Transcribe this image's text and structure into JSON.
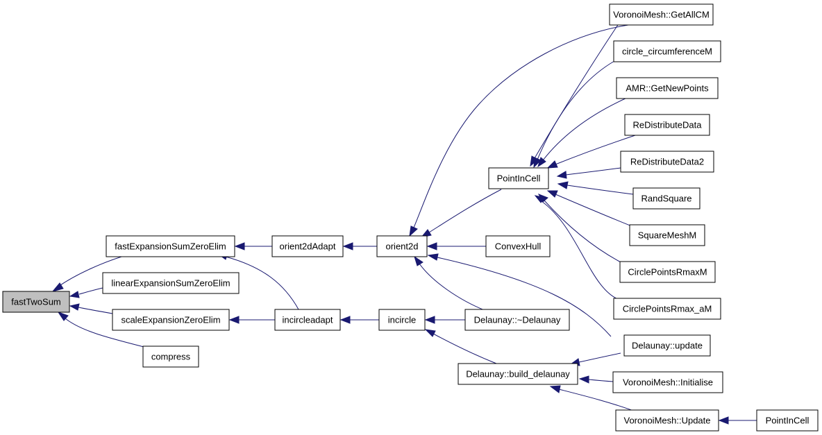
{
  "diagram": {
    "type": "call-graph",
    "edge_color": "#191970",
    "root_fill": "#bfbfbf",
    "nodes": {
      "fastTwoSum": "fastTwoSum",
      "fastExpansionSumZeroElim": "fastExpansionSumZeroElim",
      "linearExpansionSumZeroElim": "linearExpansionSumZeroElim",
      "scaleExpansionZeroElim": "scaleExpansionZeroElim",
      "compress": "compress",
      "orient2dAdapt": "orient2dAdapt",
      "incircleadapt": "incircleadapt",
      "orient2d": "orient2d",
      "incircle": "incircle",
      "PointInCell": "PointInCell",
      "ConvexHull": "ConvexHull",
      "Delaunay_dtor": "Delaunay::~Delaunay",
      "Delaunay_build": "Delaunay::build_delaunay",
      "VoronoiMesh_GetAllCM": "VoronoiMesh::GetAllCM",
      "circle_circumferenceM": "circle_circumferenceM",
      "AMR_GetNewPoints": "AMR::GetNewPoints",
      "ReDistributeData": "ReDistributeData",
      "ReDistributeData2": "ReDistributeData2",
      "RandSquare": "RandSquare",
      "SquareMeshM": "SquareMeshM",
      "CirclePointsRmaxM": "CirclePointsRmaxM",
      "CirclePointsRmax_aM": "CirclePointsRmax_aM",
      "Delaunay_update": "Delaunay::update",
      "VoronoiMesh_Initialise": "VoronoiMesh::Initialise",
      "VoronoiMesh_Update": "VoronoiMesh::Update",
      "PointInCell2": "PointInCell"
    }
  }
}
